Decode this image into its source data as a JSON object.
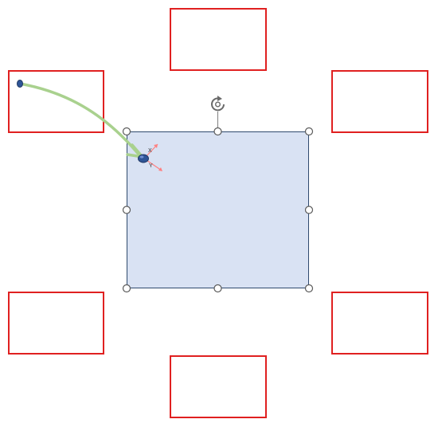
{
  "canvas": {
    "background_color": "#ffffff"
  },
  "placeholder_boxes": {
    "border_color": "#e02020",
    "fill_color": "#ffffff",
    "items": [
      "top",
      "left",
      "right",
      "bottom-left",
      "bottom-right",
      "bottom"
    ]
  },
  "selected_shape": {
    "fill_color": "#d9e2f3",
    "border_color": "#2f4a6e",
    "selection_handle_count": 8,
    "rotation_handle_icon": "rotate-icon"
  },
  "connector": {
    "color": "#a9d18e",
    "start_point_color": "#2f5597",
    "end_point_color": "#2f5597",
    "arrow_head": "open-arrow-icon"
  },
  "move_cursor": {
    "icon": "xy-move-cursor-icon",
    "arrow_color": "#ff8080",
    "x_label": "X",
    "y_label": "Y"
  }
}
